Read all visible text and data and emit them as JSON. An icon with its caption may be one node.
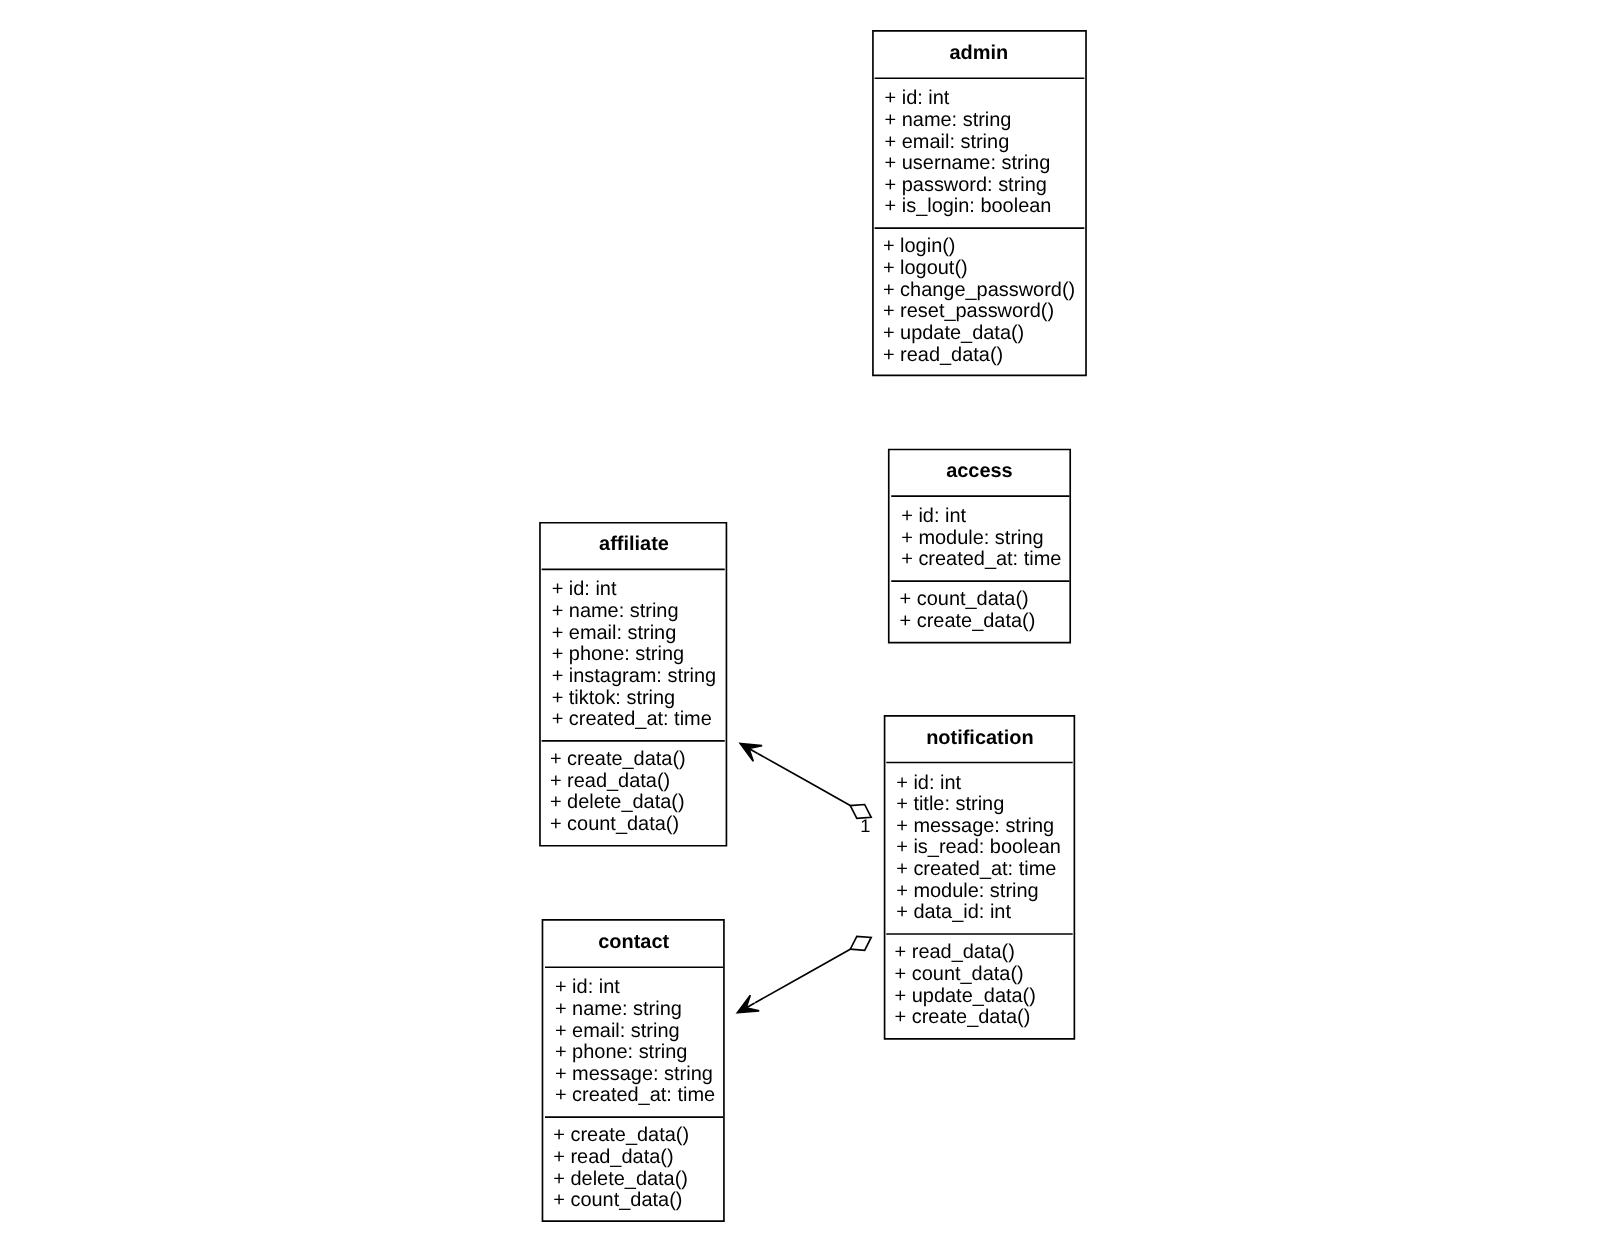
{
  "diagram": {
    "nodes": [
      {
        "text": [
          "affiliate",
          "+ id: int",
          "+ name: string",
          "+ email: string",
          "+ phone: string",
          "+ instagram: string",
          "+ tiktok: string",
          "+ created_at: time",
          "+ create_data()",
          "+ read_data()",
          "+ delete_data()",
          "+ count_data()"
        ]
      },
      {
        "text": [
          "contact",
          "+ id: int",
          "+ name: string",
          "+ email: string",
          "+ phone: string",
          "+ message: string",
          "+ created_at: time",
          "+ create_data()",
          "+ read_data()",
          "+ delete_data()",
          "+ count_data()"
        ]
      },
      {
        "text": [
          "notification",
          "+ id: int",
          "+ title: string",
          "+ message: string",
          "+ is_read: boolean",
          "+ created_at: time",
          "+ module: string",
          "+ data_id: int",
          "+ read_data()",
          "+ count_data()",
          "+ update_data()",
          "+ create_data()"
        ]
      },
      {
        "text": [
          "access",
          "+ id: int",
          "+ module: string",
          "+ created_at: time",
          "+ count_data()",
          "+ create_data()"
        ]
      },
      {
        "text": [
          "admin",
          "+ id: int",
          "+ name: string",
          "+ email: string",
          "+ username: string",
          "+ password: string",
          "+ is_login: boolean",
          "+ login()",
          "+ logout()",
          "+ change_password()",
          "+ reset_password()",
          "+ update_data()",
          "+ read_data()"
        ]
      }
    ],
    "edges": [
      {
        "from": 2,
        "to": 0,
        "arrow": "to",
        "label": "1"
      },
      {
        "from": 2,
        "to": 1,
        "arrow": "to"
      }
    ]
  }
}
